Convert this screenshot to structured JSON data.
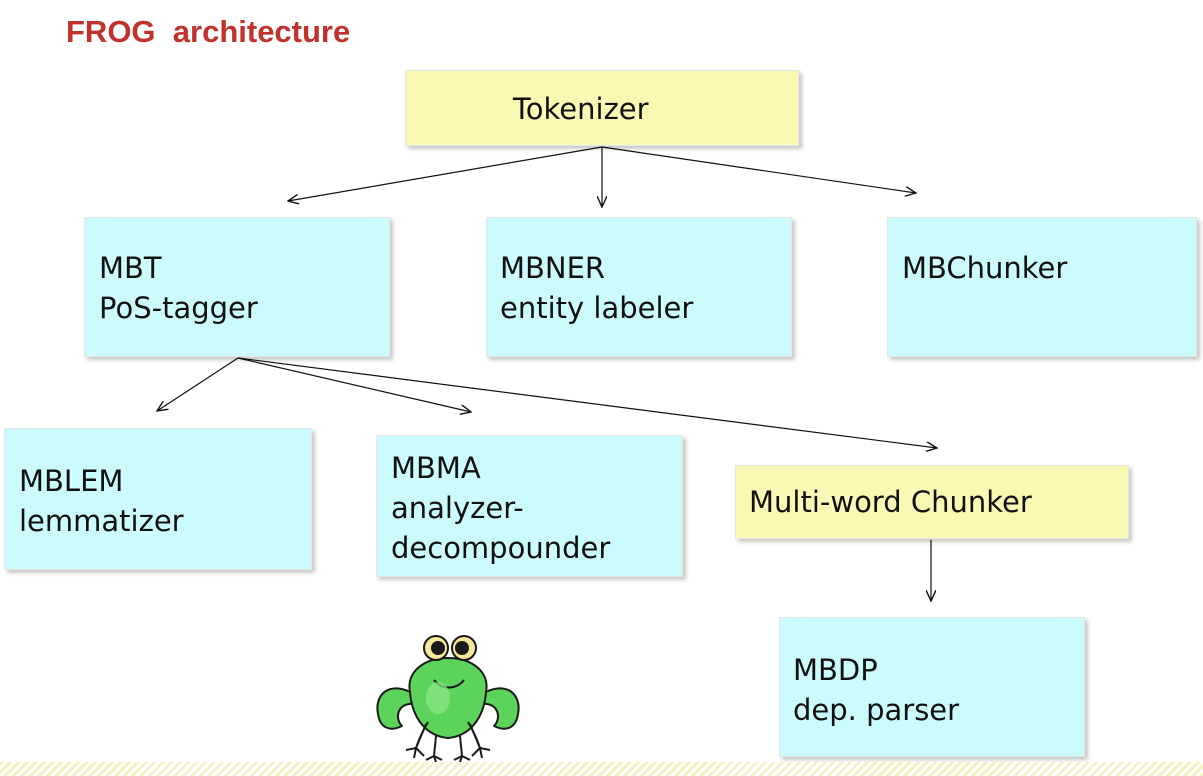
{
  "title": "FROG  architecture",
  "nodes": {
    "tokenizer": {
      "lines": [
        "Tokenizer"
      ]
    },
    "mbt": {
      "lines": [
        "MBT",
        "PoS-tagger"
      ]
    },
    "mbner": {
      "lines": [
        "MBNER",
        "entity labeler"
      ]
    },
    "mbchunker": {
      "lines": [
        "MBChunker"
      ]
    },
    "mblem": {
      "lines": [
        "MBLEM",
        "lemmatizer"
      ]
    },
    "mbma": {
      "lines": [
        "MBMA",
        "analyzer-",
        "decompounder"
      ]
    },
    "multiword": {
      "lines": [
        "Multi-word Chunker"
      ]
    },
    "mbdp": {
      "lines": [
        "MBDP",
        "dep. parser"
      ]
    }
  },
  "edges": [
    [
      "tokenizer",
      "mbt"
    ],
    [
      "tokenizer",
      "mbner"
    ],
    [
      "tokenizer",
      "mbchunker"
    ],
    [
      "mbt",
      "mblem"
    ],
    [
      "mbt",
      "mbma"
    ],
    [
      "mbt",
      "multiword"
    ],
    [
      "multiword",
      "mbdp"
    ]
  ],
  "colors": {
    "title": "#c0322b",
    "module_box": "#ccfbfd",
    "highlight_box": "#fbf8b3",
    "frog": "#5cd35a"
  },
  "icons": {
    "mascot": "frog-mascot-icon"
  }
}
